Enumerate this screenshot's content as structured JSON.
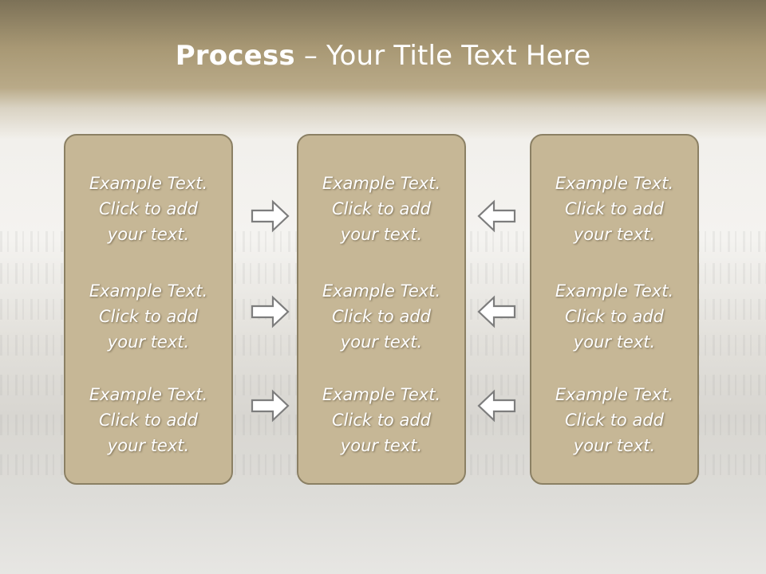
{
  "title": {
    "bold": "Process",
    "rest": " – Your Title Text Here"
  },
  "columns": [
    {
      "items": [
        {
          "l1": "Example Text.",
          "l2": "Click  to add",
          "l3": "your text."
        },
        {
          "l1": "Example Text.",
          "l2": "Click  to add",
          "l3": "your text."
        },
        {
          "l1": "Example Text.",
          "l2": "Click  to add",
          "l3": "your text."
        }
      ]
    },
    {
      "items": [
        {
          "l1": "Example Text.",
          "l2": "Click  to add",
          "l3": "your text."
        },
        {
          "l1": "Example Text.",
          "l2": "Click  to add",
          "l3": "your text."
        },
        {
          "l1": "Example Text.",
          "l2": "Click  to add",
          "l3": "your text."
        }
      ]
    },
    {
      "items": [
        {
          "l1": "Example Text.",
          "l2": "Click  to add",
          "l3": "your text."
        },
        {
          "l1": "Example Text.",
          "l2": "Click  to add",
          "l3": "your text."
        },
        {
          "l1": "Example Text.",
          "l2": "Click  to add",
          "l3": "your text."
        }
      ]
    }
  ],
  "arrows": {
    "left_group": "arrow-right-icon",
    "right_group": "arrow-left-icon"
  },
  "colors": {
    "box_fill": "#c6b796",
    "box_border": "#8b8064",
    "header": "#a89874"
  }
}
